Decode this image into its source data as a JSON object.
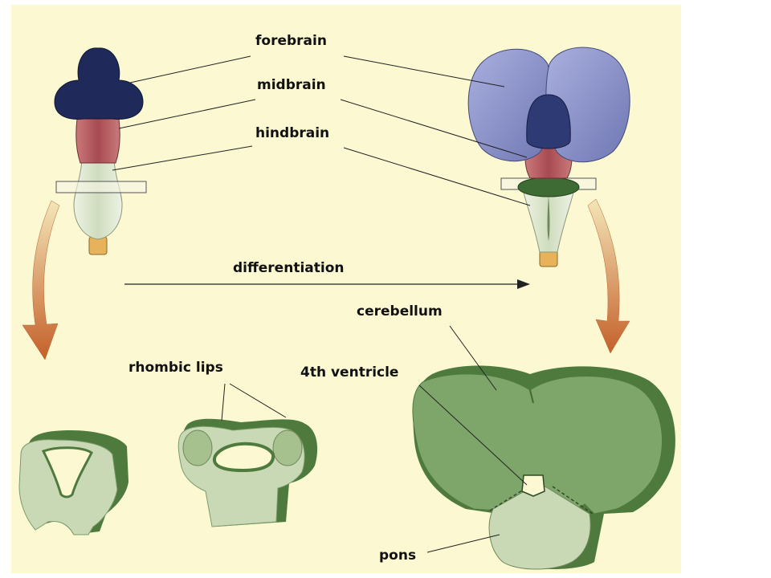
{
  "diagram": {
    "labels": {
      "forebrain": "forebrain",
      "midbrain": "midbrain",
      "hindbrain": "hindbrain",
      "differentiation": "differentiation",
      "cerebellum": "cerebellum",
      "rhombic_lips": "rhombic lips",
      "fourth_ventricle": "4th ventricle",
      "pons": "pons"
    },
    "colors": {
      "background": "#fbf8d2",
      "forebrain_early": "#1f2a5a",
      "midbrain": "#b0505a",
      "hindbrain_light": "#dfe7d2",
      "forebrain_late": "#8a90c4",
      "tissue_green": "#7fa66a",
      "tissue_dark": "#4f7a3e",
      "tissue_light": "#c9d9b6",
      "arrow_orange": "#c56a2a",
      "spinal_yellow": "#e8b25a"
    }
  }
}
